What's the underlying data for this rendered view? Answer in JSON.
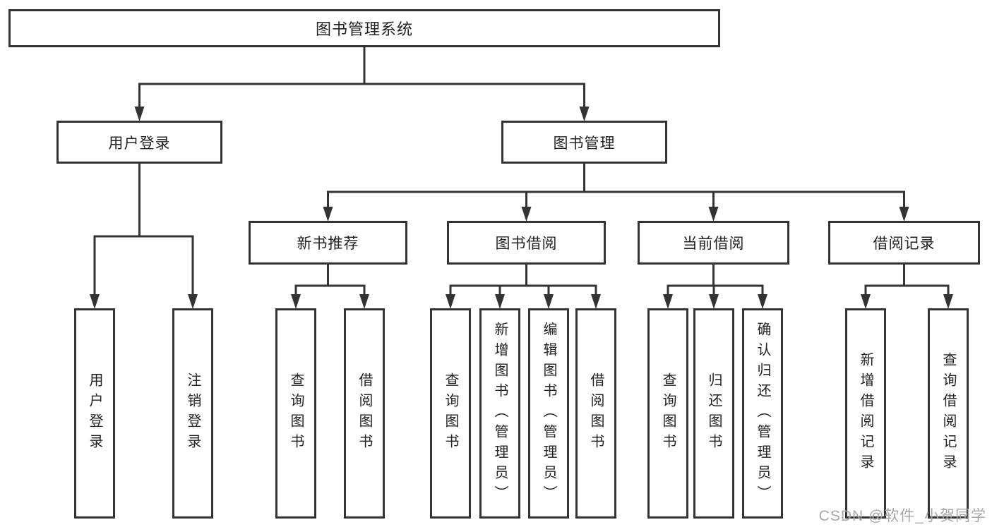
{
  "tree": {
    "root": {
      "label": "图书管理系统"
    },
    "branches": [
      {
        "label": "用户登录",
        "leaves": [
          "用户登录",
          "注销登录"
        ]
      },
      {
        "label": "图书管理",
        "groups": [
          {
            "label": "新书推荐",
            "leaves": [
              "查询图书",
              "借阅图书"
            ]
          },
          {
            "label": "图书借阅",
            "leaves": [
              "查询图书",
              "新增图书（管理员）",
              "编辑图书（管理员）",
              "借阅图书"
            ]
          },
          {
            "label": "当前借阅",
            "leaves": [
              "查询图书",
              "归还图书",
              "确认归还（管理员）"
            ]
          },
          {
            "label": "借阅记录",
            "leaves": [
              "新增借阅记录",
              "查询借阅记录"
            ]
          }
        ]
      }
    ]
  },
  "watermark": {
    "text": "CSDN @软件_小贺同学"
  },
  "colors": {
    "line": "#333333",
    "box_border": "#333333",
    "text": "#232323",
    "watermark": "#a8a8a8",
    "background": "#ffffff"
  }
}
